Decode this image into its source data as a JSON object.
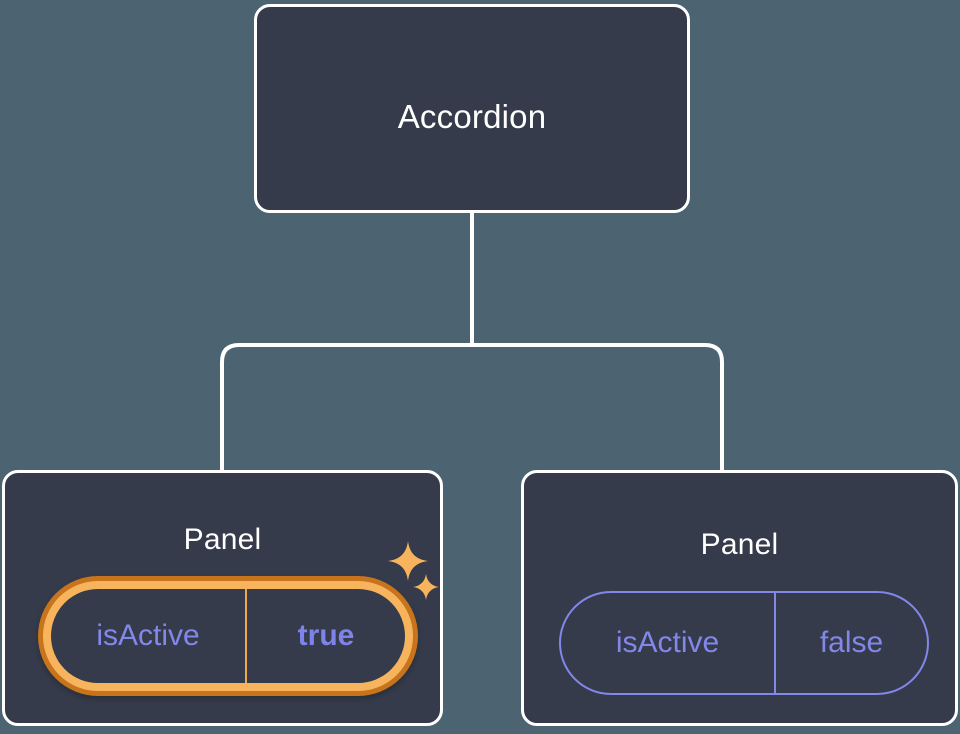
{
  "diagram": {
    "type": "component-tree",
    "background_color": "#4c6471",
    "node_fill_color": "#353b4a",
    "node_border_color": "#ffffff",
    "connector_color": "#ffffff",
    "accent_colors": {
      "prop_text": "#8287ea",
      "prop_border": "#8287ea",
      "highlight_outer_ring": "#c7741c",
      "highlight_inner_ring": "#f8b45d",
      "sparkle": "#f8b45d"
    },
    "root": {
      "title": "Accordion"
    },
    "children": [
      {
        "title": "Panel",
        "highlighted": true,
        "prop": {
          "key": "isActive",
          "value": "true"
        },
        "sparkles": [
          "sparkle-large",
          "sparkle-small"
        ]
      },
      {
        "title": "Panel",
        "highlighted": false,
        "prop": {
          "key": "isActive",
          "value": "false"
        }
      }
    ]
  }
}
